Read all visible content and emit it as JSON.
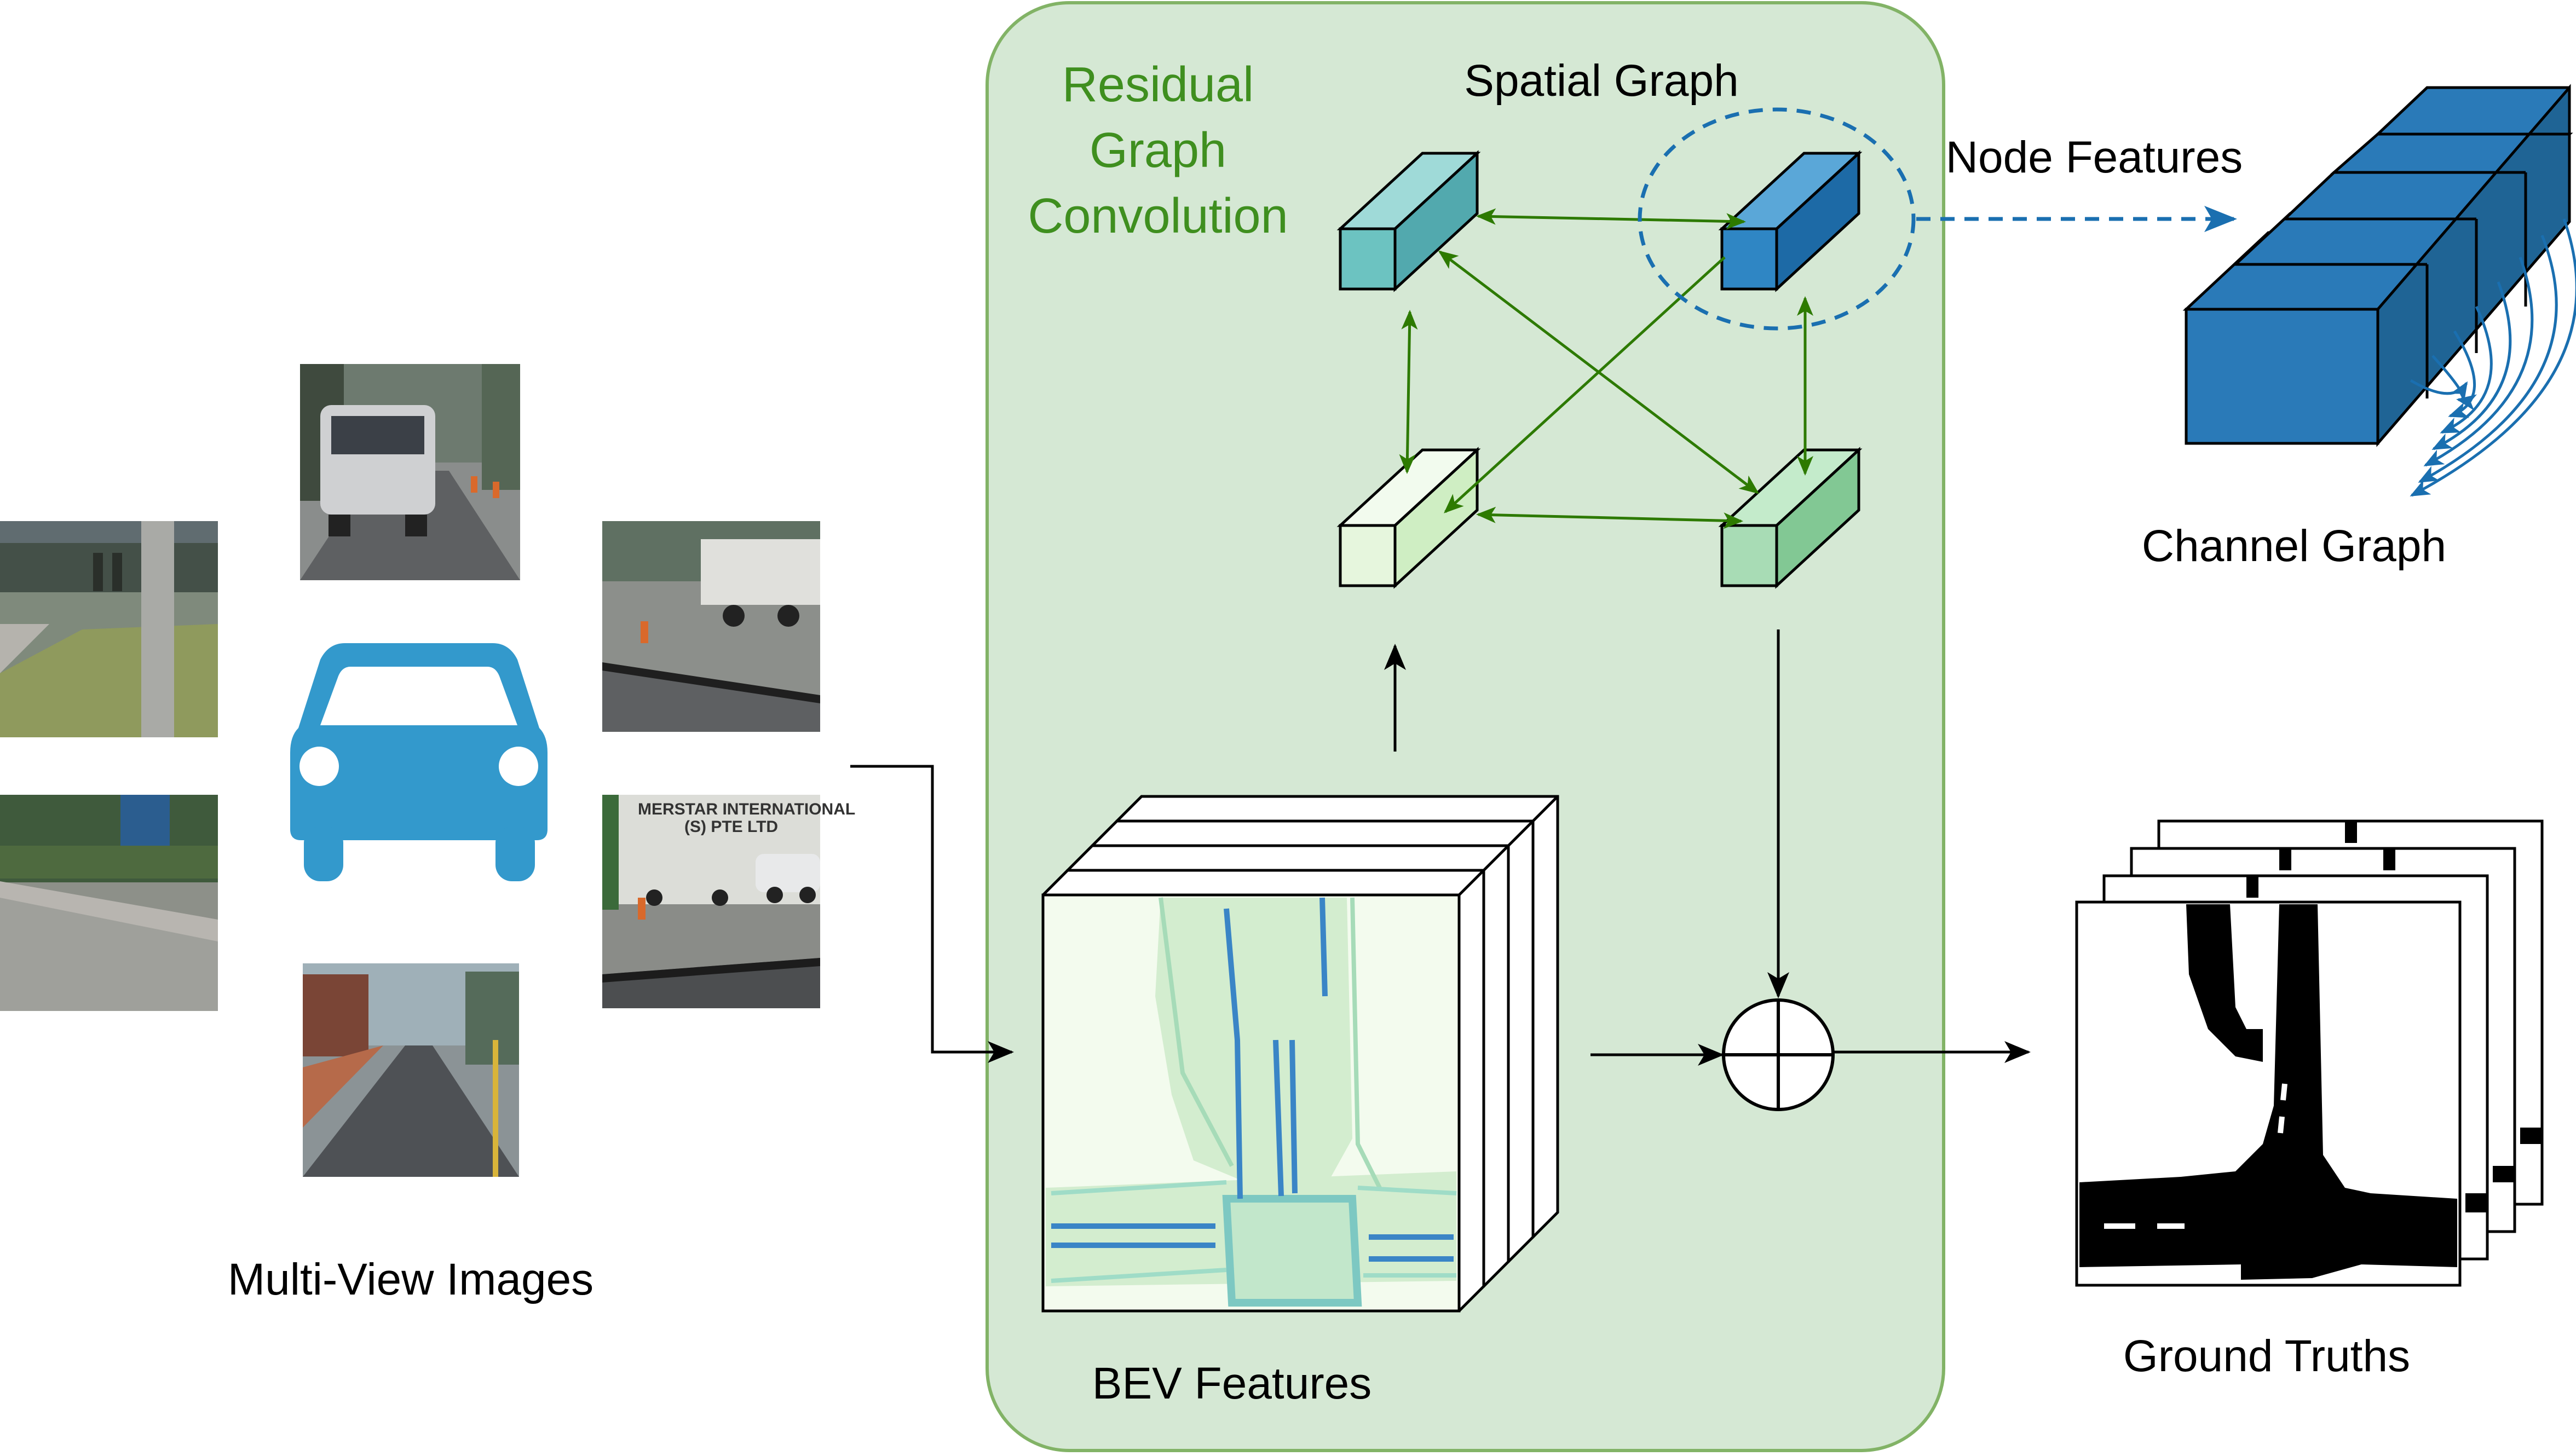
{
  "labels": {
    "multi_view": "Multi-View Images",
    "residual_line1": "Residual",
    "residual_line2": "Graph",
    "residual_line3": "Convolution",
    "spatial_graph": "Spatial Graph",
    "node_features": "Node Features",
    "channel_graph": "Channel Graph",
    "bev_features": "BEV Features",
    "ground_truths": "Ground Truths"
  },
  "camera_photo_text": {
    "line1": "MERSTAR INTERNATIONAL",
    "line2": "(S) PTE LTD"
  },
  "colors": {
    "panel_fill": "#d5e8d4",
    "panel_stroke": "#82b366",
    "green_text": "#3f8f1f",
    "green_arrow": "#2d7a00",
    "blue_arrow": "#1a6fb0",
    "car_blue": "#3399cc",
    "node_teal": "#6cc3c1",
    "node_blue": "#2f86c4",
    "node_light": "#e6f6dd",
    "node_mint": "#a8dcb5",
    "channel_blue": "#2a7ab8"
  }
}
